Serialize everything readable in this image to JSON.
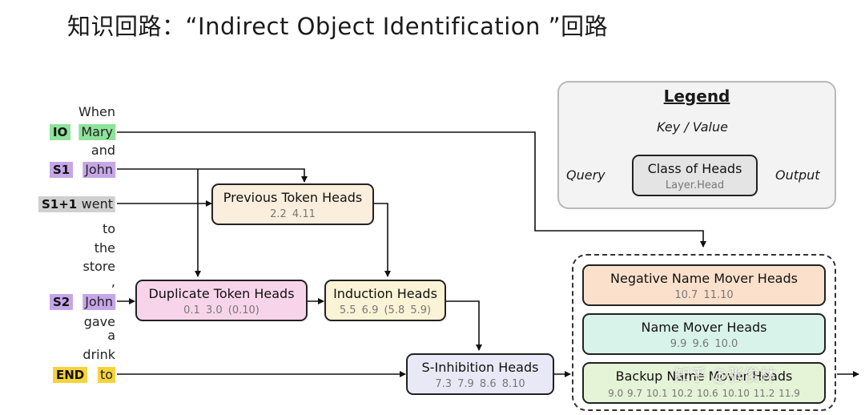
{
  "title": "知识回路：“Indirect Object Identification ”回路",
  "tokens": {
    "w1": "When",
    "io_tag": "IO",
    "w2": "Mary",
    "w3": "and",
    "s1_tag": "S1",
    "w4": "John",
    "s1p1_tag": "S1+1",
    "w5": "went",
    "w6": "to",
    "w7": "the",
    "w8": "store",
    "w9": ",",
    "s2_tag": "S2",
    "w10": "John",
    "w11": "gave",
    "w12": "a",
    "w13": "drink",
    "end_tag": "END",
    "w14": "to"
  },
  "heads": {
    "previous_token": {
      "name": "Previous Token Heads",
      "heads": "2.2  4.11"
    },
    "duplicate_token": {
      "name": "Duplicate Token Heads",
      "heads": "0.1  3.0  (0.10)"
    },
    "induction": {
      "name": "Induction Heads",
      "heads": "5.5  6.9  (5.8  5.9)"
    },
    "s_inhibition": {
      "name": "S-Inhibition Heads",
      "heads": "7.3  7.9  8.6  8.10"
    },
    "negative_name_mover": {
      "name": "Negative Name Mover Heads",
      "heads": "10.7  11.10"
    },
    "name_mover": {
      "name": "Name Mover Heads",
      "heads": "9.9  9.6  10.0"
    },
    "backup_name_mover": {
      "name": "Backup Name Mover Heads",
      "heads": "9.0  9.7  10.1  10.2  10.6  10.10  11.2  11.9"
    }
  },
  "legend": {
    "title": "Legend",
    "key_value": "Key / Value",
    "query": "Query",
    "output": "Output",
    "box_name": "Class of Heads",
    "box_sub": "Layer.Head"
  },
  "watermark": "知乎 @张俊林",
  "colors": {
    "io_green": "#8ee29a",
    "subject_purple": "#c6a6e8",
    "s1p1_gray": "#cfcfcf",
    "end_yellow": "#f5d33a",
    "previous_token_fill": "#fbeedd",
    "duplicate_token_fill": "#f8d4ea",
    "induction_fill": "#fbf3d6",
    "s_inhibition_fill": "#e8e8f6",
    "negative_name_mover_fill": "#fbe0cb",
    "name_mover_fill": "#d8f3ea",
    "backup_name_mover_fill": "#e5f3d6"
  }
}
